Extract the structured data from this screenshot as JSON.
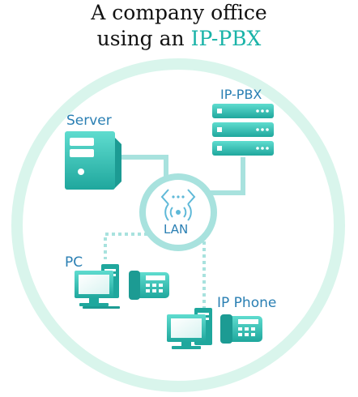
{
  "title": {
    "line1": "A company office",
    "line2_prefix": "using an ",
    "line2_accent": "IP-PBX"
  },
  "nodes": {
    "server": "Server",
    "ipbx": "IP-PBX",
    "lan": "LAN",
    "pc": "PC",
    "ip_phone": "IP Phone"
  },
  "colors": {
    "accent": "#1ab3a8",
    "label_blue": "#2a7fb3",
    "device_light": "#4fd1c5",
    "device_dark": "#1aa39a",
    "link": "#a8e2de",
    "ring": "#d9f5ec"
  }
}
